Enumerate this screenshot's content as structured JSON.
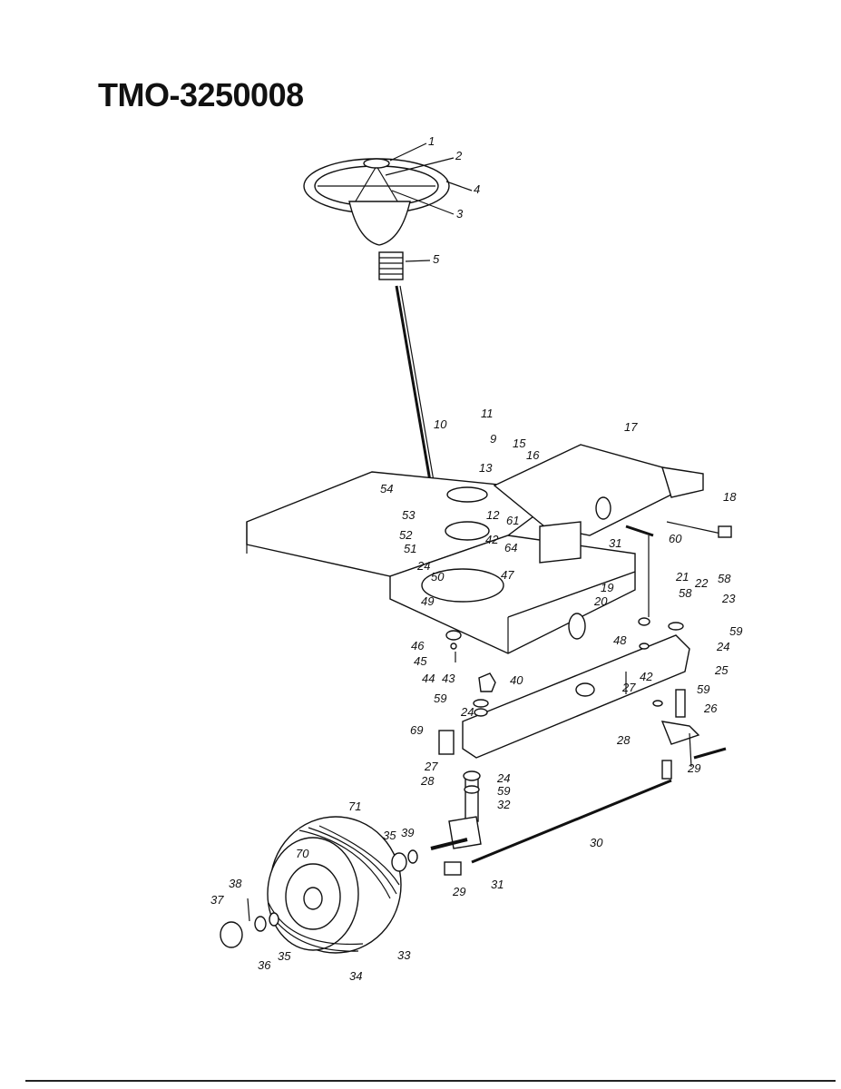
{
  "header": {
    "title": "TMO-3250008"
  },
  "callouts": [
    "1",
    "2",
    "3",
    "4",
    "5",
    "9",
    "10",
    "11",
    "12",
    "13",
    "15",
    "16",
    "17",
    "18",
    "19",
    "20",
    "21",
    "22",
    "23",
    "24",
    "24",
    "24",
    "24",
    "25",
    "26",
    "27",
    "27",
    "28",
    "28",
    "29",
    "29",
    "30",
    "31",
    "31",
    "32",
    "33",
    "34",
    "35",
    "35",
    "36",
    "37",
    "38",
    "39",
    "40",
    "42",
    "42",
    "43",
    "44",
    "45",
    "46",
    "47",
    "48",
    "49",
    "50",
    "51",
    "52",
    "53",
    "54",
    "58",
    "58",
    "59",
    "59",
    "59",
    "59",
    "60",
    "61",
    "64",
    "69",
    "70",
    "71"
  ]
}
